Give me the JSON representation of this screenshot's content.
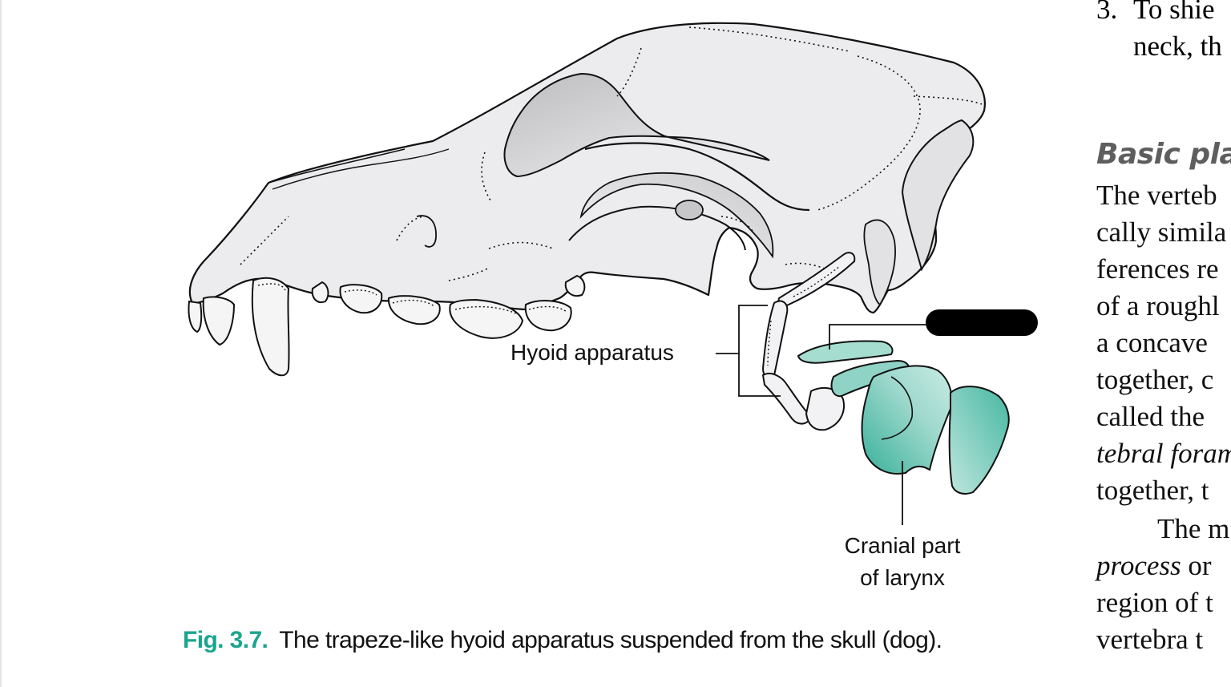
{
  "figure": {
    "labels": {
      "hyoid": "Hyoid apparatus",
      "larynx_line1": "Cranial part",
      "larynx_line2": "of larynx"
    },
    "caption_number": "Fig. 3.7.",
    "caption_text": "The trapeze-like hyoid apparatus suspended from the skull (dog).",
    "colors": {
      "accent": "#1aa58e",
      "larynx": "#8fd3c6",
      "larynx_dark": "#48b8a3",
      "bone": "#ececee",
      "heading": "#5e5e5e"
    }
  },
  "right_column": {
    "list_number": "3.",
    "list_lines": [
      "To shie",
      "neck, th"
    ],
    "section_heading": "Basic pla",
    "paragraph1": [
      "The verteb",
      "cally simila",
      "ferences re",
      "of a roughl",
      "a concave ",
      "together, c",
      "called the "
    ],
    "paragraph1_italic": "tebral foram",
    "paragraph1_last": "together, t",
    "paragraph2": [
      "The m"
    ],
    "paragraph2_italic": "process",
    "paragraph2_italic_tail": " or ",
    "paragraph2_rest": [
      "region of t",
      "vertebra t"
    ]
  }
}
